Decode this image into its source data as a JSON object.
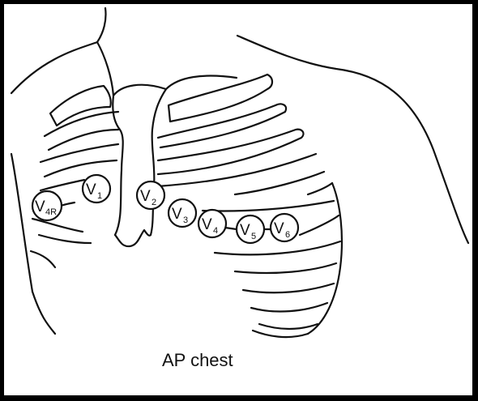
{
  "caption": "AP chest",
  "electrodes": [
    {
      "id": "v1",
      "letter": "V",
      "sub": "1"
    },
    {
      "id": "v2",
      "letter": "V",
      "sub": "2"
    },
    {
      "id": "v3",
      "letter": "V",
      "sub": "3"
    },
    {
      "id": "v4",
      "letter": "V",
      "sub": "4"
    },
    {
      "id": "v5",
      "letter": "V",
      "sub": "5"
    },
    {
      "id": "v6",
      "letter": "V",
      "sub": "6"
    },
    {
      "id": "v4r",
      "letter": "V",
      "sub": "4R"
    }
  ]
}
